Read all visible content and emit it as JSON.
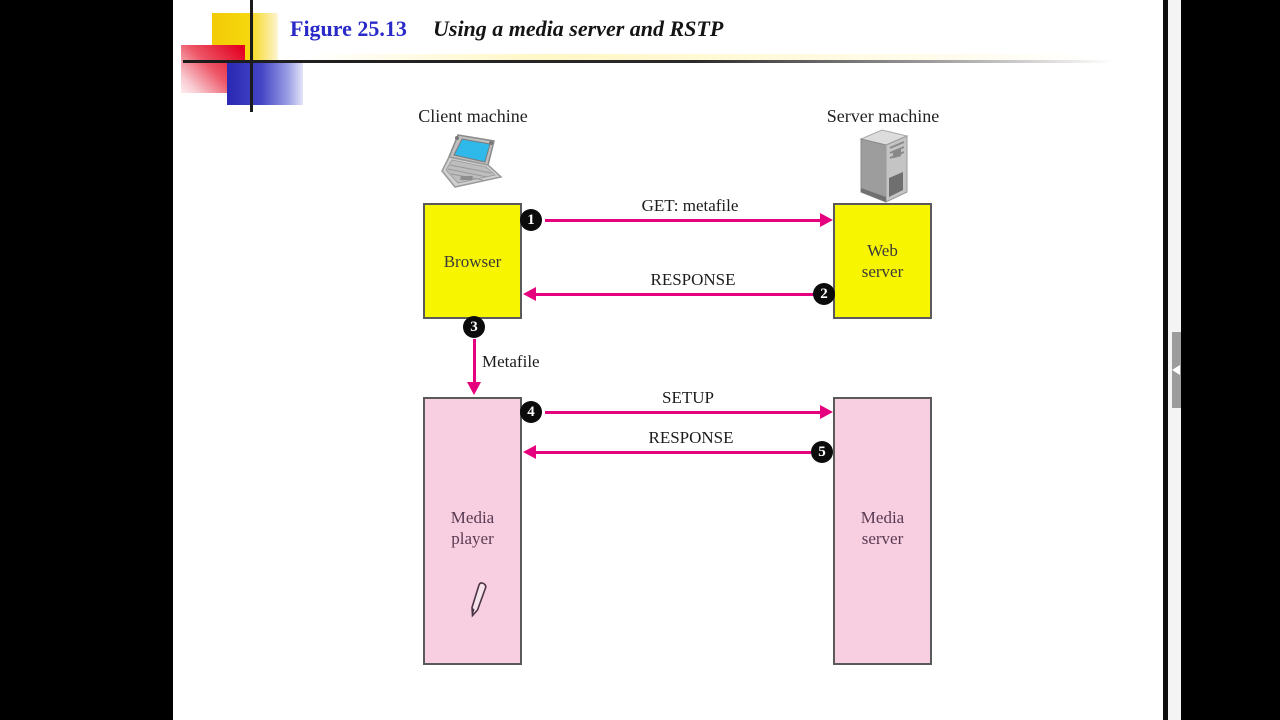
{
  "page": {
    "figure_number": "Figure 25.13",
    "figure_title": "Using a media server and RSTP"
  },
  "colors": {
    "arrow_magenta": "#e5007d",
    "box_yellow": "#f7f600",
    "box_pink": "#f7cfe0",
    "figure_number_blue": "#2a2ac8",
    "decor_yellow": "#f2cb06",
    "decor_red": "#e30020",
    "decor_blue": "#2a28b4"
  },
  "diagram": {
    "client": {
      "label": "Client machine",
      "icon": "laptop-icon"
    },
    "server": {
      "label": "Server machine",
      "icon": "server-tower-icon"
    },
    "boxes": {
      "browser": "Browser",
      "web_server": "Web\nserver",
      "media_player": "Media\nplayer",
      "media_server": "Media\nserver"
    },
    "steps": [
      {
        "number": "1",
        "label": "GET: metafile",
        "direction": "right"
      },
      {
        "number": "2",
        "label": "RESPONSE",
        "direction": "left"
      },
      {
        "number": "3",
        "label": "Metafile",
        "direction": "down"
      },
      {
        "number": "4",
        "label": "SETUP",
        "direction": "right"
      },
      {
        "number": "5",
        "label": "RESPONSE",
        "direction": "left"
      }
    ],
    "annotation": "pen-mark-icon"
  }
}
